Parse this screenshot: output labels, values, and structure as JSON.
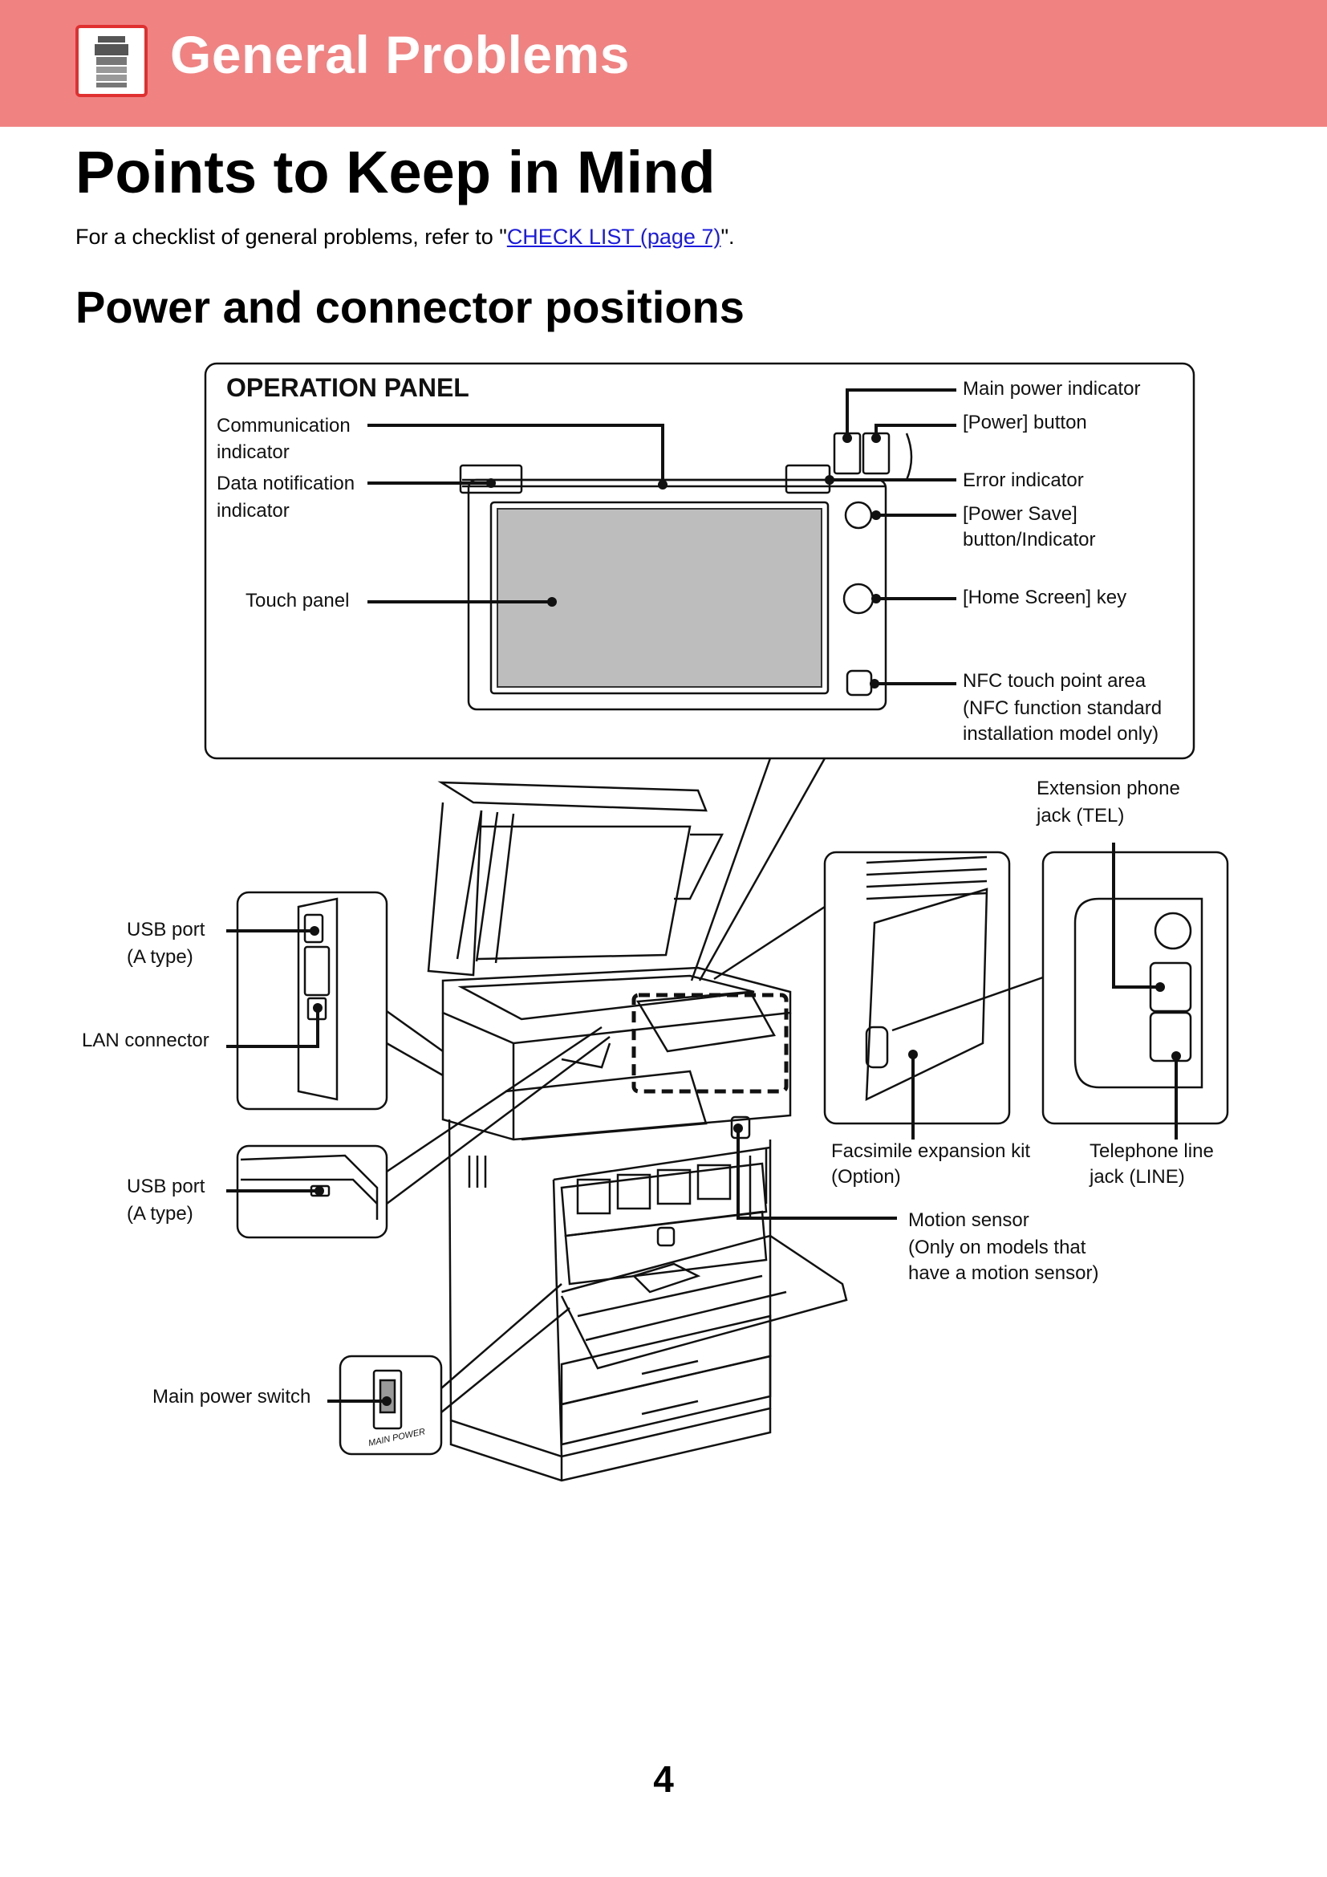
{
  "header": {
    "title": "General Problems",
    "icon": "copier-icon",
    "colors": {
      "banner": "#f08282",
      "icon_border": "#e03030",
      "link": "#1a1ae0"
    }
  },
  "page_title": "Points to Keep in Mind",
  "intro": {
    "prefix": "For a checklist of general problems, refer to \"",
    "link_text": "CHECK LIST (page 7)",
    "suffix": "\"."
  },
  "section_title": "Power and connector positions",
  "figure": {
    "panel_title": "OPERATION PANEL",
    "labels": {
      "communication_indicator": [
        "Communication",
        "indicator"
      ],
      "data_notification_indicator": [
        "Data notification",
        "indicator"
      ],
      "touch_panel": "Touch panel",
      "main_power_indicator": "Main power indicator",
      "power_button": "[Power] button",
      "error_indicator": "Error indicator",
      "power_save_button": [
        "[Power Save]",
        "button/Indicator"
      ],
      "home_screen_key": "[Home Screen] key",
      "nfc_area": [
        "NFC touch point area",
        "(NFC function standard",
        "installation model only)"
      ],
      "extension_phone_jack": [
        "Extension phone",
        "jack (TEL)"
      ],
      "usb_port_top": [
        "USB port",
        "(A type)"
      ],
      "lan_connector": "LAN connector",
      "usb_port_bottom": [
        "USB port",
        "(A type)"
      ],
      "facsimile_kit": [
        "Facsimile expansion kit",
        "(Option)"
      ],
      "telephone_line_jack": [
        "Telephone line",
        "jack (LINE)"
      ],
      "motion_sensor": [
        "Motion sensor",
        "(Only on models that",
        "have a motion sensor)"
      ],
      "main_power_switch": "Main power switch",
      "switch_marking": "MAIN POWER"
    }
  },
  "page_number": "4"
}
